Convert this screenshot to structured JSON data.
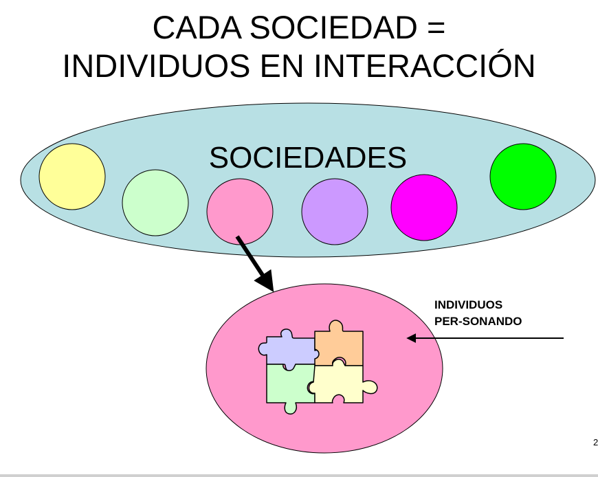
{
  "title": {
    "line1": "CADA SOCIEDAD =",
    "line2": "INDIVIDUOS EN INTERACCIÓN"
  },
  "group_label": "SOCIEDADES",
  "side_label": {
    "line1": "INDIVIDUOS",
    "line2": "PER-SONANDO"
  },
  "page_number": "2",
  "colors": {
    "big_ellipse": "#b8e0e4",
    "circles": [
      "#ffff99",
      "#ccffcc",
      "#ff99cc",
      "#cc99ff",
      "#ff00ff",
      "#00ff00"
    ],
    "lower_ellipse": "#ff99cc",
    "puzzle": [
      "#ccccff",
      "#ffcc99",
      "#ccffcc",
      "#ffffcc"
    ]
  }
}
